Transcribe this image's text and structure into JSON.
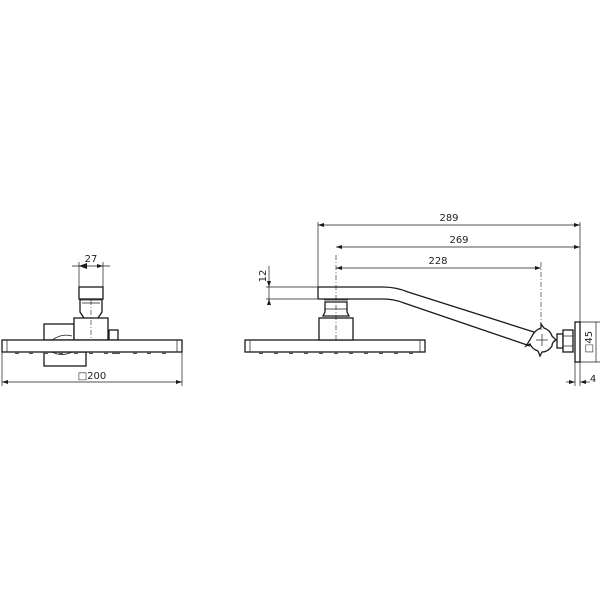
{
  "drawing": {
    "title": "Shower head with wall arm - dimension drawing",
    "front_view": {
      "dimensions": {
        "connector_width": "27",
        "head_size": "□200"
      }
    },
    "side_view": {
      "dimensions": {
        "overall_projection": "289",
        "wall_to_head_center": "269",
        "joint_to_head_center": "228",
        "arm_thickness": "12",
        "flange_size": "□45",
        "flange_depth": "4"
      }
    },
    "colors": {
      "line": "#1a1a1a",
      "background": "#ffffff"
    }
  }
}
